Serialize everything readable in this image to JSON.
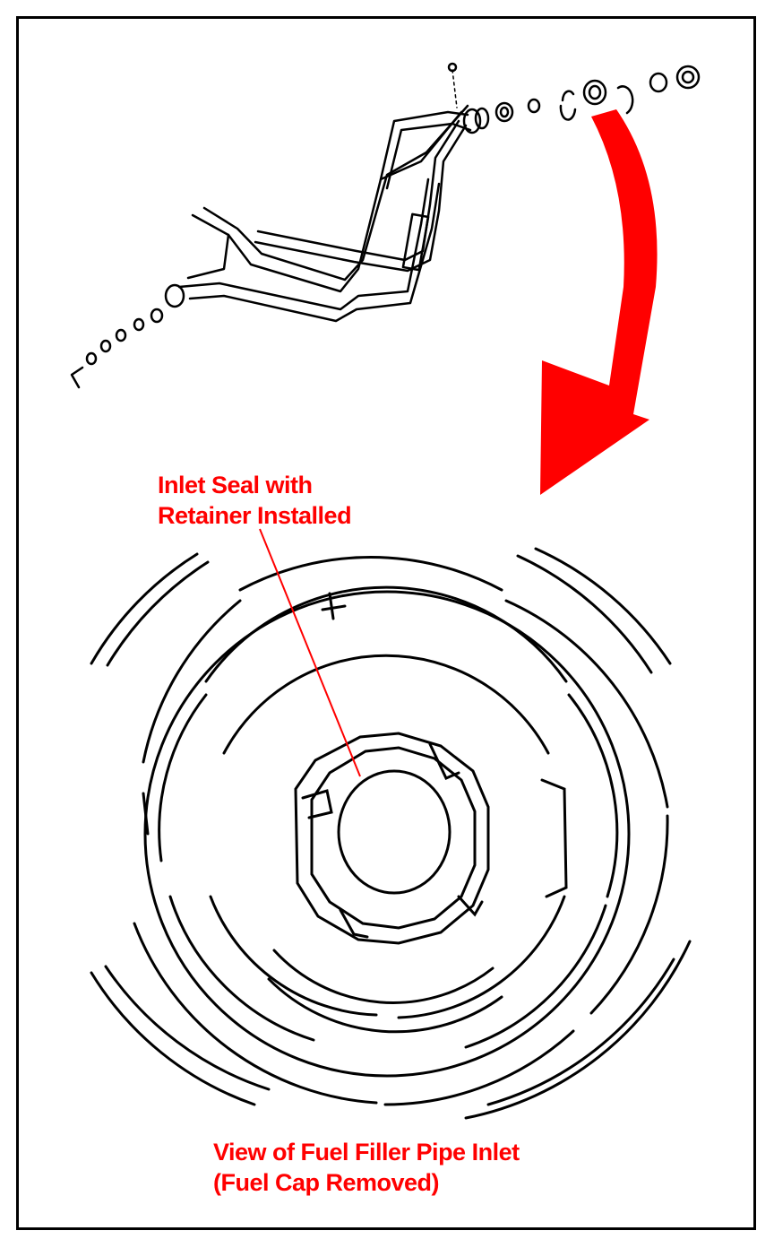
{
  "diagram": {
    "callout": {
      "line1": "Inlet Seal with",
      "line2": "Retainer Installed"
    },
    "caption": {
      "line1": "View of Fuel Filler Pipe Inlet",
      "line2": "(Fuel Cap Removed)"
    }
  },
  "colors": {
    "label": "#ff0000",
    "arrow": "#ff0000",
    "linework": "#000000",
    "border": "#000000"
  },
  "icons": {
    "arrow": "curved-arrow-icon",
    "pipe": "fuel-filler-pipe-icon",
    "inlet": "filler-inlet-icon"
  }
}
